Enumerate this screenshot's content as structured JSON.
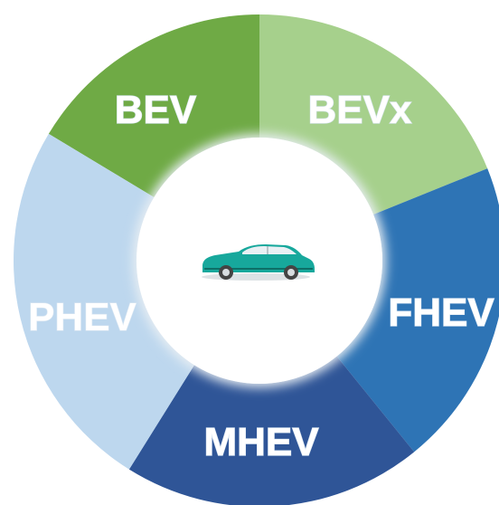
{
  "diagram": {
    "segments": [
      {
        "label": "BEV",
        "color": "#6faa45"
      },
      {
        "label": "BEVx",
        "color": "#a6d08c"
      },
      {
        "label": "FHEV",
        "color": "#2e74b5"
      },
      {
        "label": "MHEV",
        "color": "#2f5597"
      },
      {
        "label": "PHEV",
        "color": "#bdd7ee"
      }
    ],
    "center_icon": "car-icon",
    "car_colors": {
      "body": "#17a89c",
      "roof": "#0d6f67",
      "window": "#e9f0f4",
      "tire": "#444444"
    }
  }
}
